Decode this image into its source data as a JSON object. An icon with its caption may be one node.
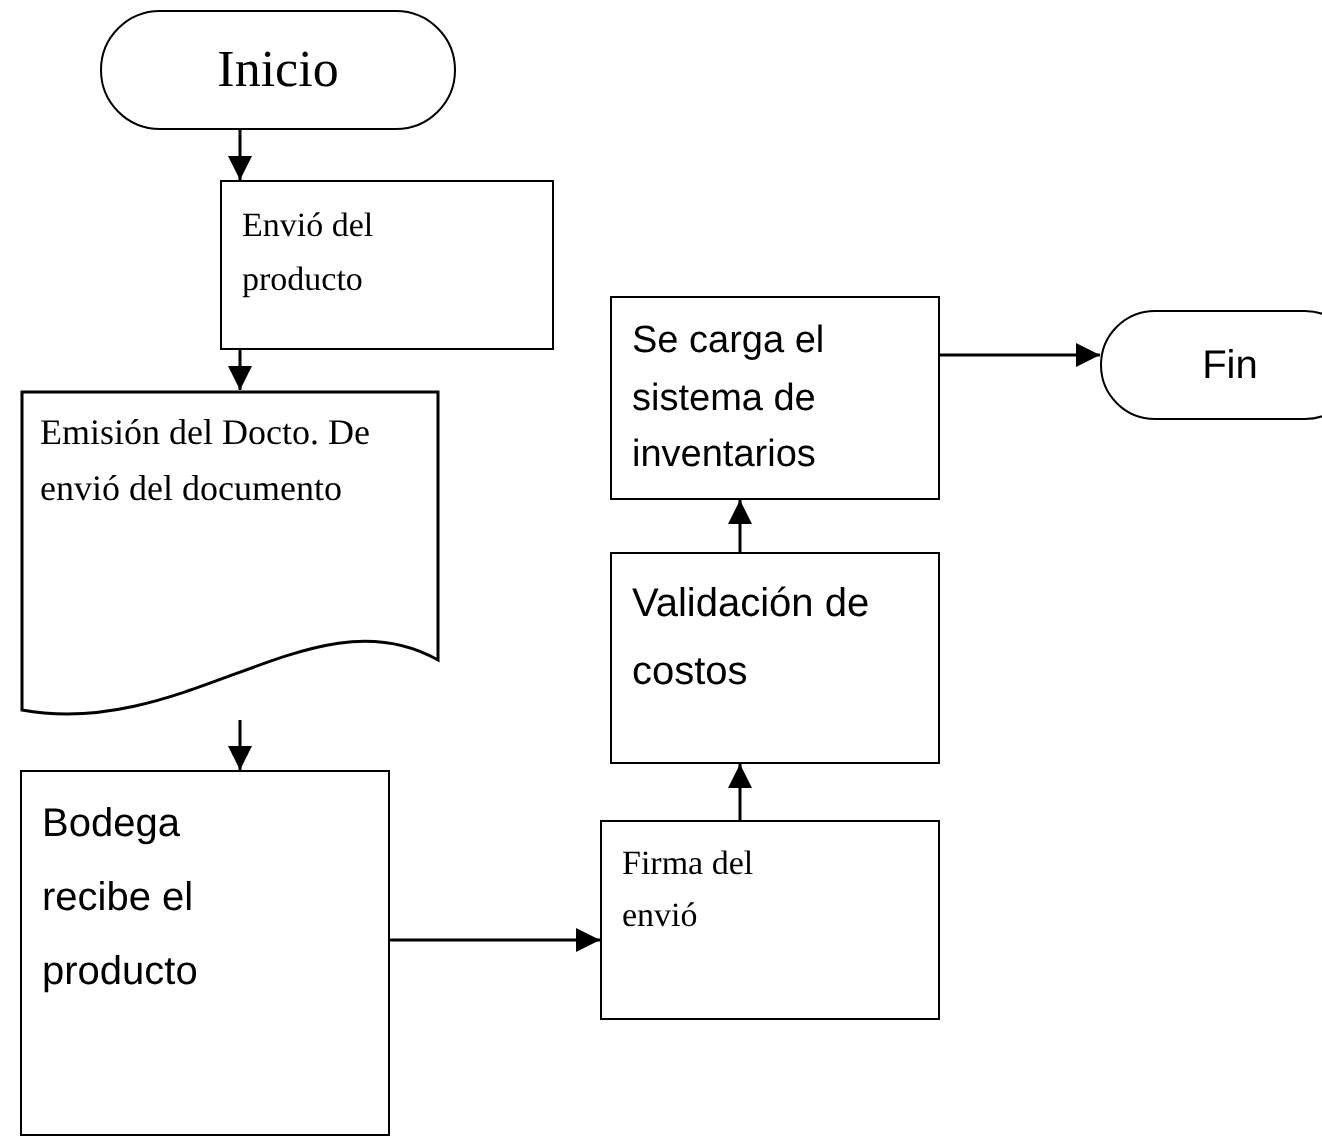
{
  "diagram": {
    "nodes": [
      {
        "text": [
          "Inicio"
        ]
      },
      {
        "text": [
          "Envió del producto"
        ]
      },
      {
        "text": [
          "Emisión del Docto. De envió del documento"
        ]
      },
      {
        "text": [
          "Bodega recibe el producto"
        ]
      },
      {
        "text": [
          "Firma del envió"
        ]
      },
      {
        "text": [
          "Validación de costos"
        ]
      },
      {
        "text": [
          "Se carga el sistema de inventarios"
        ]
      },
      {
        "text": [
          "Fin"
        ]
      }
    ],
    "edges": [
      {
        "from": 0,
        "to": 1,
        "arrow": "to"
      },
      {
        "from": 1,
        "to": 2,
        "arrow": "to"
      },
      {
        "from": 2,
        "to": 3,
        "arrow": "to"
      },
      {
        "from": 3,
        "to": 4,
        "arrow": "to"
      },
      {
        "from": 4,
        "to": 5,
        "arrow": "to"
      },
      {
        "from": 5,
        "to": 6,
        "arrow": "to"
      },
      {
        "from": 6,
        "to": 7,
        "arrow": "to"
      }
    ]
  }
}
